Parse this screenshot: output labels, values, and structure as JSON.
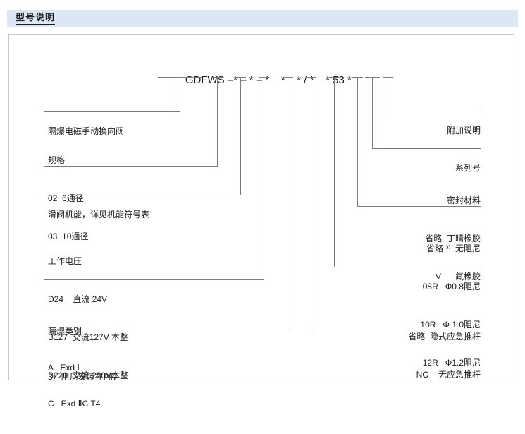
{
  "header": {
    "title": "型号说明"
  },
  "code_line": {
    "segments": [
      {
        "text": "GDFWS"
      },
      {
        "text": " –"
      },
      {
        "text": "*"
      },
      {
        "text": " – "
      },
      {
        "text": "*"
      },
      {
        "text": " – "
      },
      {
        "text": "*"
      },
      {
        "text": "    "
      },
      {
        "text": "*"
      },
      {
        "text": "    "
      },
      {
        "text": "*"
      },
      {
        "text": " / "
      },
      {
        "text": "*"
      },
      {
        "text": "    "
      },
      {
        "text": "*"
      },
      {
        "text": " "
      },
      {
        "text": "53"
      },
      {
        "text": " "
      },
      {
        "text": "*"
      }
    ],
    "full_text": "GDFWS –*–*–*  * */*  * 53 *"
  },
  "left_blocks": [
    {
      "name": "product-name",
      "rows": [
        "隔爆电磁手动换向阀"
      ]
    },
    {
      "name": "specification",
      "rows": [
        "规格",
        "02  6通径",
        "03  10通径"
      ]
    },
    {
      "name": "spool-function",
      "rows": [
        "滑阀机能，详见机能符号表"
      ]
    },
    {
      "name": "working-voltage",
      "rows": [
        "工作电压",
        "D24    直流 24V",
        "B127  交流127V 本整",
        "B220  交流 220V本整"
      ]
    },
    {
      "name": "explosion-proof-category",
      "rows": [
        "隔爆类别",
        "A   Exd Ⅰ",
        "C   Exd ⅡC T4"
      ]
    }
  ],
  "footnote": "3）阻尼安装在P腔",
  "right_blocks": [
    {
      "name": "additional-description",
      "rows": [
        "附加说明"
      ]
    },
    {
      "name": "series-number",
      "rows": [
        "系列号"
      ]
    },
    {
      "name": "sealing-material",
      "rows": [
        "密封材料",
        "省略  丁晴橡胶",
        "V      氟橡胶"
      ]
    },
    {
      "name": "damping",
      "rows": [
        "省略 ³⁾  无阻尼",
        "08R   Φ0.8阻尼",
        "10R   Φ 1.0阻尼",
        "12R   Φ1.2阻尼"
      ]
    },
    {
      "name": "emergency-push-rod",
      "rows": [
        "省略  隐式应急推杆",
        "NO    无应急推杆"
      ]
    }
  ],
  "colors": {
    "header_bg": "#dbe8f4",
    "frame_border": "#c9c9c9",
    "line": "#7b7b7b",
    "text": "#1b1b1b"
  }
}
